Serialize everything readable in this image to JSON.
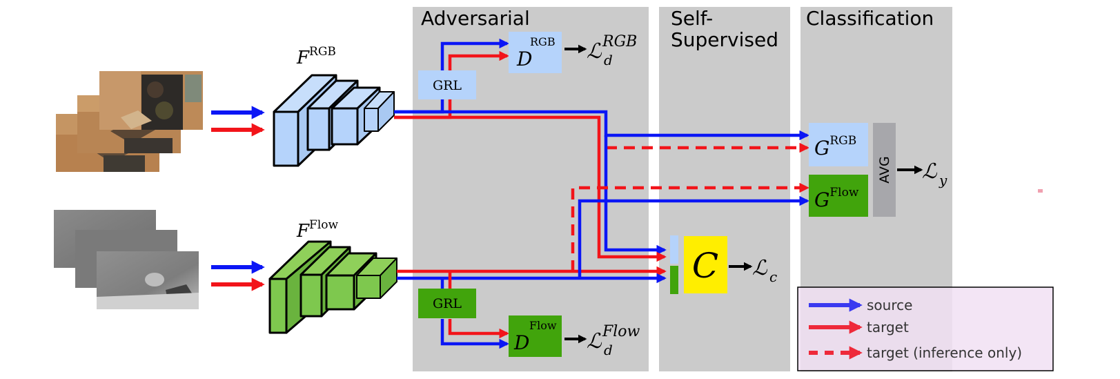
{
  "sections": {
    "adversarial": "Adversarial",
    "self_supervised_line1": "Self-",
    "self_supervised_line2": "Supervised",
    "classification": "Classification"
  },
  "feature_extractors": {
    "rgb": {
      "symbol": "F",
      "superscript": "RGB"
    },
    "flow": {
      "symbol": "F",
      "superscript": "Flow"
    }
  },
  "grl": {
    "rgb": "GRL",
    "flow": "GRL"
  },
  "discriminators": {
    "rgb": {
      "symbol": "D",
      "superscript": "RGB"
    },
    "flow": {
      "symbol": "D",
      "superscript": "Flow"
    }
  },
  "classifiers": {
    "rgb": {
      "symbol": "G",
      "superscript": "RGB"
    },
    "flow": {
      "symbol": "G",
      "superscript": "Flow"
    }
  },
  "avg_label": "AVG",
  "self_supervised_head": "C",
  "losses": {
    "d_rgb": {
      "base": "ℒ",
      "sub": "d",
      "sup": "RGB"
    },
    "d_flow": {
      "base": "ℒ",
      "sub": "d",
      "sup": "Flow"
    },
    "y": {
      "base": "ℒ",
      "sub": "y"
    },
    "c": {
      "base": "ℒ",
      "sub": "c"
    }
  },
  "legend": [
    {
      "label": "source",
      "color": "#3a3af0",
      "style": "solid"
    },
    {
      "label": "target",
      "color": "#ee2a3a",
      "style": "solid"
    },
    {
      "label": "target (inference only)",
      "color": "#ee2a3a",
      "style": "dashed"
    }
  ],
  "colors": {
    "source": "#0b16f5",
    "target": "#f2141a",
    "panel_bg": "#cbcbcb",
    "rgb_fill": "#b5d3fb",
    "flow_fill": "#41a40c",
    "flow_block": "#7ec84e",
    "self_sup_fill": "#ffee00",
    "avg_fill": "#a7a7ab",
    "legend_bg": "#f1e1f3"
  }
}
